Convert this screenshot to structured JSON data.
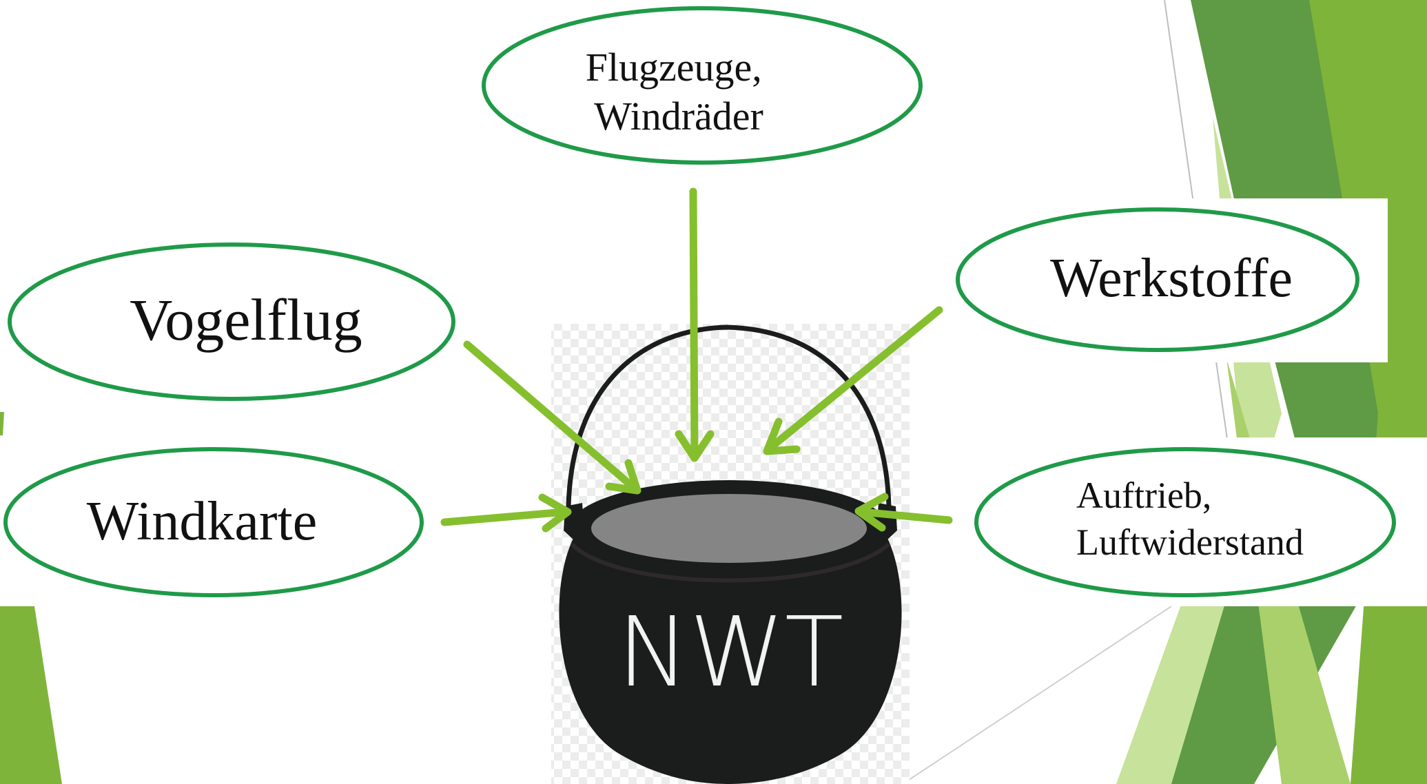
{
  "diagram": {
    "center": {
      "label": "NWT"
    },
    "nodes": [
      {
        "id": "flugzeuge",
        "lines": [
          "Flugzeuge,",
          "Windräder"
        ]
      },
      {
        "id": "vogelflug",
        "lines": [
          "Vogelflug"
        ]
      },
      {
        "id": "werkstoffe",
        "lines": [
          "Werkstoffe"
        ]
      },
      {
        "id": "windkarte",
        "lines": [
          "Windkarte"
        ]
      },
      {
        "id": "auftrieb",
        "lines": [
          "Auftrieb,",
          "Luftwiderstand"
        ]
      }
    ]
  },
  "colors": {
    "ellipse_stroke": "#1f9a48",
    "arrow": "#86bf2e",
    "pot": "#1b1d1d",
    "pot_rim_fill": "#858585",
    "pot_text": "#f2f2f2",
    "deco_green_dark": "#5f9a45",
    "deco_green_mid": "#7fb43a",
    "deco_green_light": "#c7e29a"
  }
}
